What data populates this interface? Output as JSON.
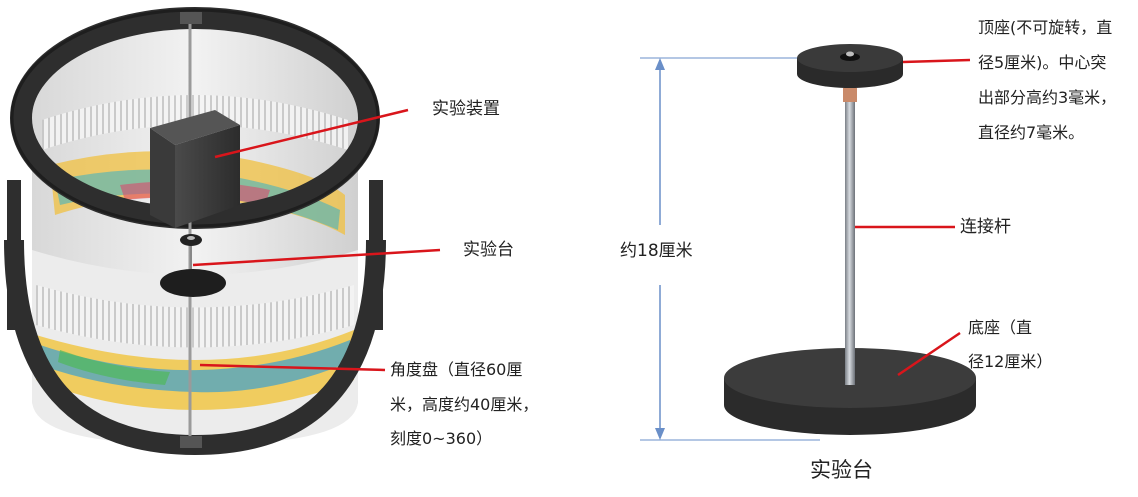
{
  "left_figure": {
    "label_apparatus": "实验装置",
    "label_platform": "实验台",
    "label_dial_lines": [
      "角度盘（直径60厘",
      "米，高度约40厘米，",
      "刻度0~360）"
    ]
  },
  "right_figure": {
    "label_top_lines": [
      "顶座(不可旋转，直",
      "径5厘米)。中心突",
      "出部分高约3毫米，",
      "直径约7毫米。"
    ],
    "label_height": "约18厘米",
    "label_rod": "连接杆",
    "label_base_lines": [
      "底座（直",
      "径12厘米）"
    ],
    "caption": "实验台"
  },
  "colors": {
    "leader_line": "#d9151b",
    "frame": "#2e2e2e",
    "dimension_line": "#6a8fc8"
  }
}
